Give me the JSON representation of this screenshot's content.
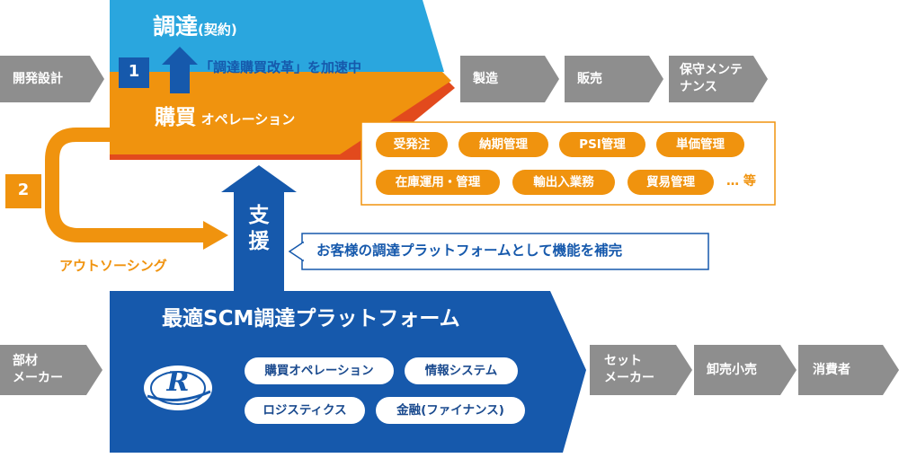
{
  "top_block": {
    "title": "調達",
    "title_sub": "(契約)",
    "badge_1": "1",
    "initiative": "「調達購買改革」を加速中"
  },
  "purchasing": {
    "title": "購買",
    "title_sub": "オペレーション",
    "tasks": [
      "受発注",
      "納期管理",
      "PSI管理",
      "単価管理",
      "在庫運用・管理",
      "輸出入業務",
      "貿易管理"
    ],
    "etc": "… 等"
  },
  "outsourcing": {
    "badge_2": "2",
    "label": "アウトソーシング"
  },
  "support": {
    "label_line1": "支",
    "label_line2": "援",
    "callout": "お客様の調達プラットフォームとして機能を補完"
  },
  "platform": {
    "title": "最適SCM調達プラットフォーム",
    "features": [
      "購買オペレーション",
      "情報システム",
      "ロジスティクス",
      "金融(ファイナンス)"
    ],
    "logo_letter": "R"
  },
  "upper_flow": [
    "開発設計",
    "製造",
    "販売",
    "保守メンテ|ナンス"
  ],
  "lower_flow": [
    "部材|メーカー",
    "セット|メーカー",
    "卸売小売",
    "消費者"
  ],
  "colors": {
    "light_blue": "#2aa6de",
    "orange": "#f0930e",
    "dark_blue": "#1659ac",
    "gray": "#8e8e8e",
    "red_edge": "#e24a1d"
  }
}
